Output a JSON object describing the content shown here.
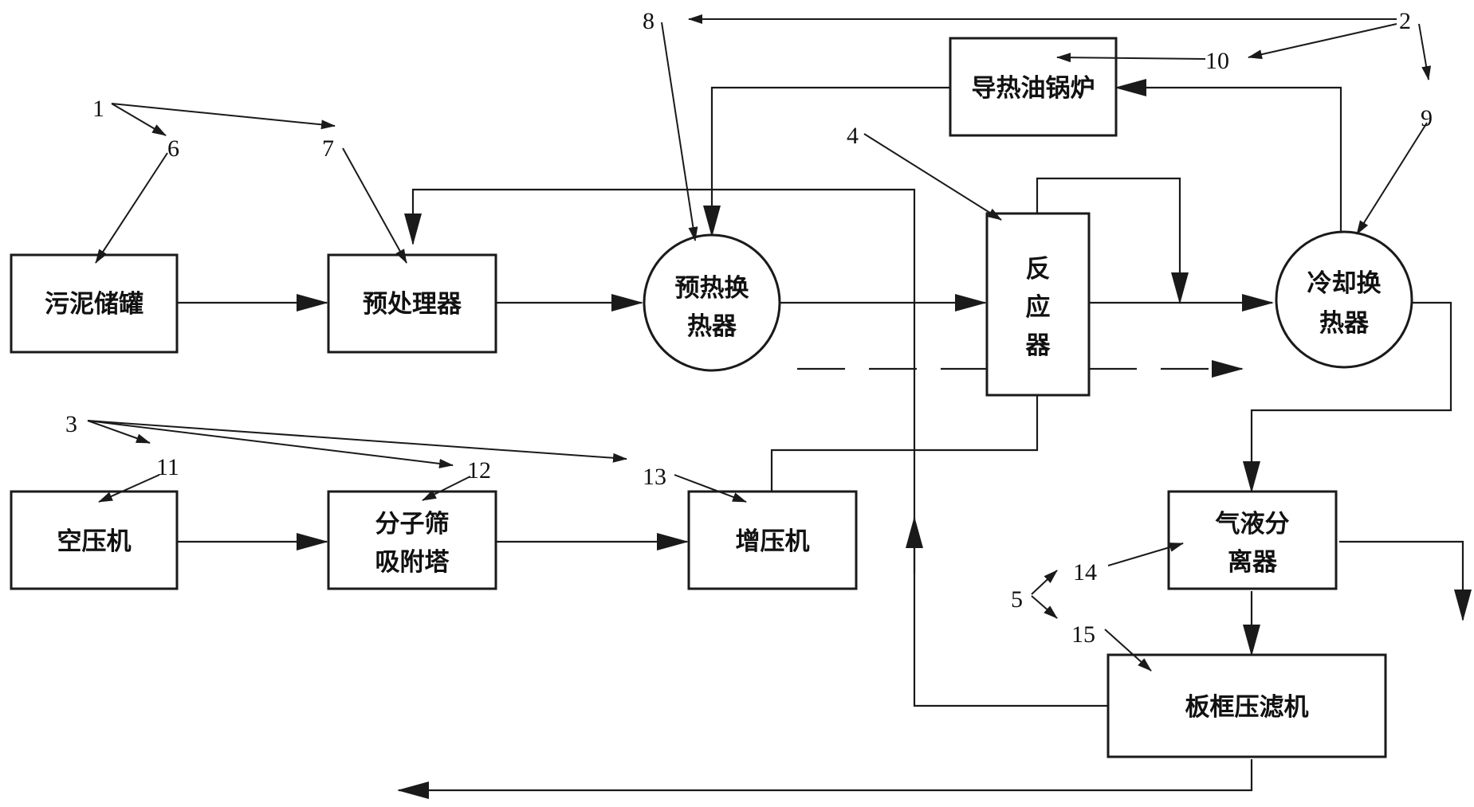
{
  "equipment": {
    "sludge_tank": "污泥储罐",
    "pretreater": "预处理器",
    "preheat_exchanger": [
      "预热换",
      "热器"
    ],
    "reactor": [
      "反",
      "应",
      "器"
    ],
    "cooling_exchanger": [
      "冷却换",
      "热器"
    ],
    "oil_boiler": "导热油锅炉",
    "air_compressor": "空压机",
    "molecular_sieve": [
      "分子筛",
      "吸附塔"
    ],
    "booster": "增压机",
    "gas_liquid_separator": [
      "气液分",
      "离器"
    ],
    "filter_press": "板框压滤机"
  },
  "callouts": [
    "1",
    "2",
    "3",
    "4",
    "5",
    "6",
    "7",
    "8",
    "9",
    "10",
    "11",
    "12",
    "13",
    "14",
    "15"
  ],
  "colors": {
    "ink": "#1a1a1a",
    "background": "#ffffff"
  }
}
